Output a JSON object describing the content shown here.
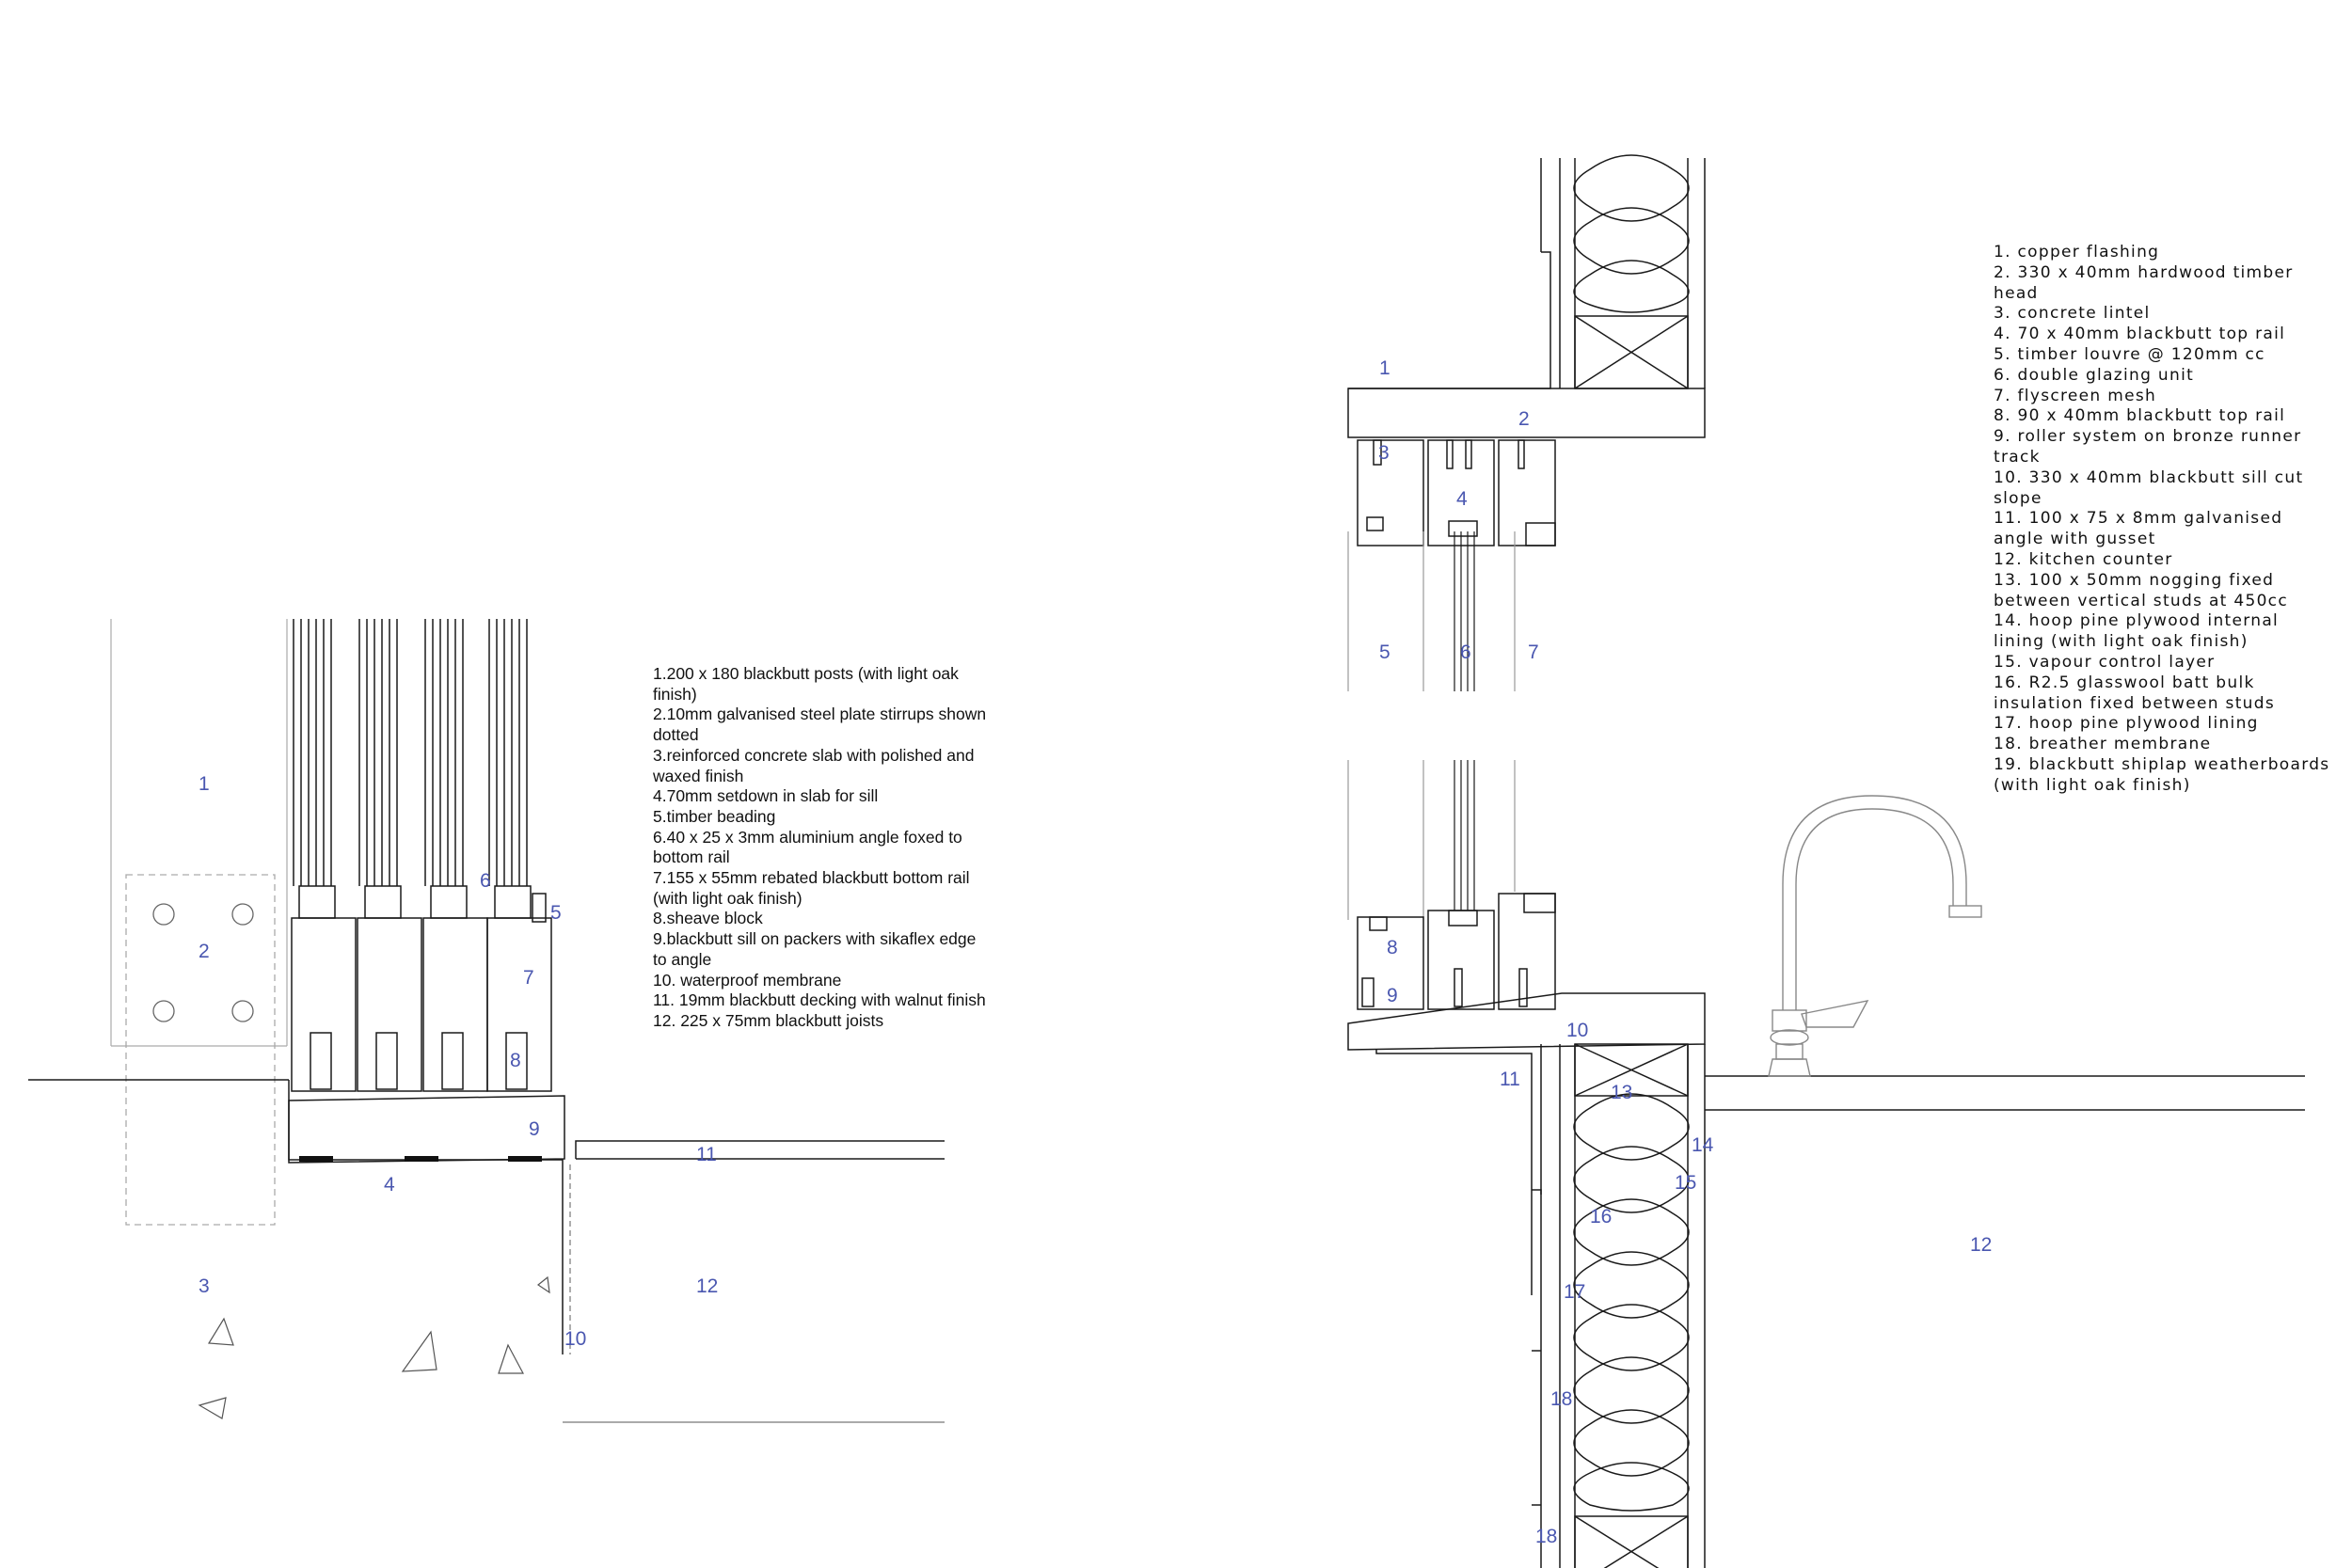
{
  "colors": {
    "label_blue": "#4a57b0",
    "line": "#1a1a1a",
    "faint_line": "#aaaaaa",
    "note_text": "#111111"
  },
  "left_detail": {
    "labels": [
      "1",
      "2",
      "3",
      "4",
      "5",
      "6",
      "7",
      "8",
      "9",
      "10",
      "11",
      "12"
    ],
    "notes": [
      "1.200 x 180 blackbutt posts (with light oak finish)",
      "2.10mm galvanised steel plate stirrups shown dotted",
      "3.reinforced concrete slab with polished and waxed finish",
      "4.70mm setdown in slab for sill",
      "5.timber beading",
      "6.40 x 25 x 3mm aluminium angle foxed to bottom rail",
      "7.155 x 55mm rebated blackbutt bottom rail (with light oak finish)",
      "8.sheave block",
      "9.blackbutt sill on packers with sikaflex edge to angle",
      "10.  waterproof membrane",
      "11.  19mm blackbutt decking with walnut finish",
      "12.  225 x 75mm blackbutt joists"
    ]
  },
  "right_detail": {
    "labels": [
      "1",
      "2",
      "3",
      "4",
      "5",
      "6",
      "7",
      "8",
      "9",
      "10",
      "11",
      "12",
      "13",
      "14",
      "15",
      "16",
      "17",
      "18",
      "18"
    ],
    "notes": [
      "1.  copper flashing",
      "2.  330 x 40mm hardwood timber head",
      "3.  concrete lintel",
      "4.  70 x 40mm blackbutt top rail",
      "5.  timber louvre @ 120mm cc",
      "6.  double glazing unit",
      "7.  flyscreen mesh",
      "8.  90 x 40mm blackbutt top rail",
      "9.  roller system on bronze runner track",
      "10. 330 x 40mm blackbutt sill cut slope",
      "11. 100 x 75 x 8mm galvanised angle with gusset",
      "12. kitchen counter",
      "13. 100 x 50mm  nogging fixed between vertical studs at 450cc",
      "14. hoop pine plywood internal lining (with light oak finish)",
      "15. vapour control layer",
      "16. R2.5 glasswool batt bulk insulation fixed between studs",
      "17. hoop pine plywood lining",
      "18. breather membrane",
      "19. blackbutt shiplap weatherboards (with light oak finish)"
    ]
  }
}
